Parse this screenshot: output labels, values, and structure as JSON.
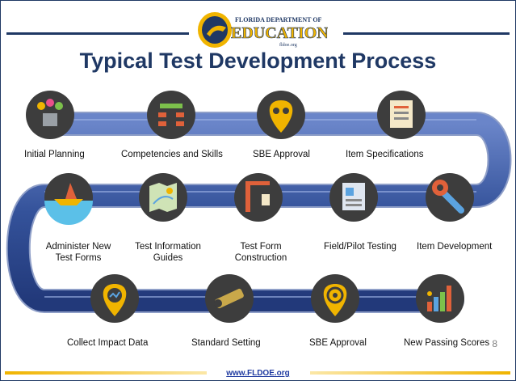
{
  "logo": {
    "line1": "FLORIDA DEPARTMENT OF",
    "line2": "EDUCATION",
    "line3": "fldoe.org"
  },
  "title": "Typical Test Development Process",
  "steps": [
    {
      "label": "Initial Planning",
      "icon": "meeting-icon"
    },
    {
      "label": "Competencies and Skills",
      "icon": "flowchart-icon"
    },
    {
      "label": "SBE Approval",
      "icon": "group-pin-icon"
    },
    {
      "label": "Item Specifications",
      "icon": "document-icon"
    },
    {
      "label": "Item Development",
      "icon": "wrench-icon"
    },
    {
      "label": "Field/Pilot Testing",
      "icon": "report-icon"
    },
    {
      "label": "Test Form Construction",
      "icon": "crane-icon"
    },
    {
      "label": "Test Information Guides",
      "icon": "map-icon"
    },
    {
      "label": "Administer New Test Forms",
      "icon": "paper-boat-icon"
    },
    {
      "label": "Collect Impact Data",
      "icon": "chart-pin-icon"
    },
    {
      "label": "Standard Setting",
      "icon": "key-icon"
    },
    {
      "label": "SBE Approval",
      "icon": "target-pin-icon"
    },
    {
      "label": "New Passing Scores",
      "icon": "bar-chart-icon"
    }
  ],
  "page_number": "8",
  "footer_url": "www.FLDOE.org",
  "colors": {
    "navy": "#1f3864",
    "road": "#3f5fa8",
    "gold": "#f0b400",
    "icon_bg": "#3d3d3d"
  }
}
